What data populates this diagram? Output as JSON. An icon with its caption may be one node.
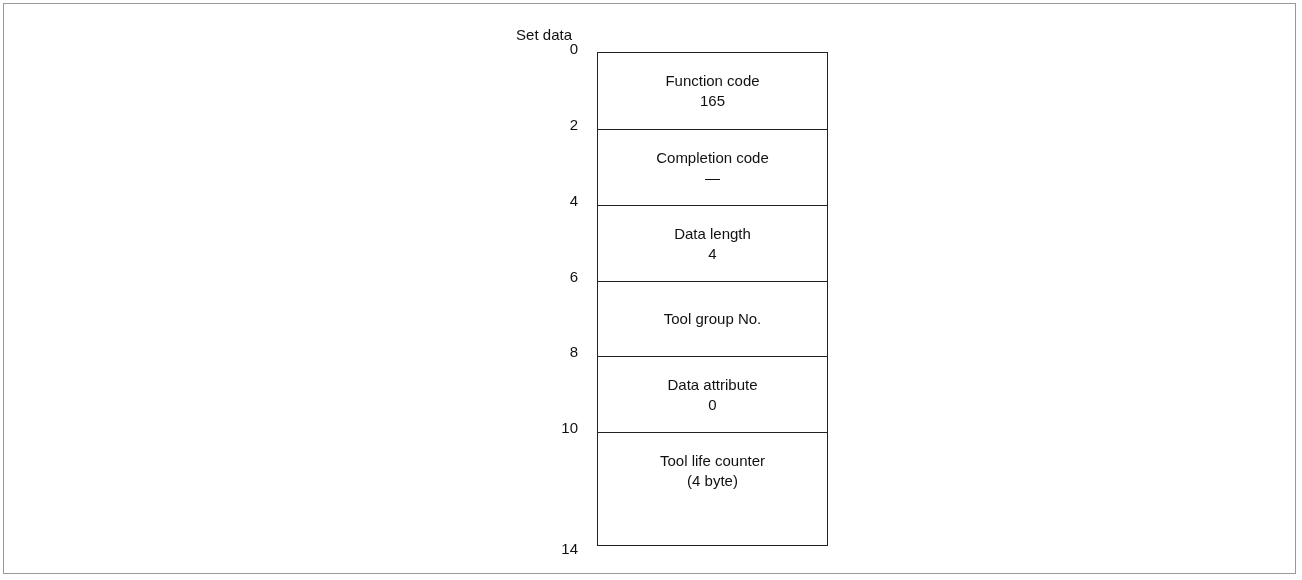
{
  "diagram": {
    "nodes": [
      {
        "text": [
          "Function code",
          "165"
        ]
      },
      {
        "text": [
          "Completion code",
          "—"
        ]
      },
      {
        "text": [
          "Data length",
          "4"
        ]
      },
      {
        "text": [
          "Tool group No."
        ]
      },
      {
        "text": [
          "Data attribute",
          "0"
        ]
      },
      {
        "text": [
          "Tool life counter",
          "(4 byte)"
        ]
      }
    ],
    "edges": [],
    "labels": [
      "Set data",
      "0",
      "2",
      "4",
      "6",
      "8",
      "10",
      "14"
    ]
  }
}
